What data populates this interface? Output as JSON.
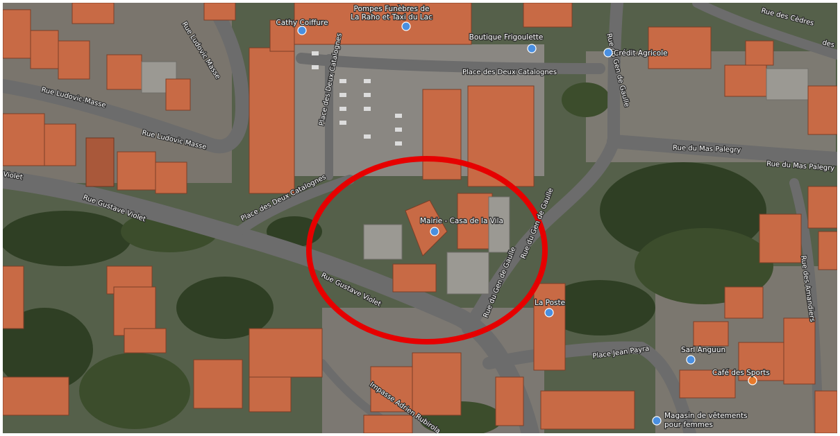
{
  "map": {
    "type": "satellite",
    "highlight_color": "#e60000",
    "poi_pin_color": "#4a8fe0",
    "cafe_pin_color": "#e87a2a"
  },
  "streets": [
    {
      "name": "Rue Ludovic Masse",
      "label": "Rue Ludovic Masse"
    },
    {
      "name": "Rue Ludovic-Masse",
      "label": "Rue Ludovic-Masse"
    },
    {
      "name": "Rue Ludovic Masse (lower)",
      "label": "Rue Ludovic Masse"
    },
    {
      "name": "Violet",
      "label": "Violet"
    },
    {
      "name": "Rue Gustave Violet west",
      "label": "Rue Gustave Violet"
    },
    {
      "name": "Rue Gustave Violet center",
      "label": "Rue Gustave Violet"
    },
    {
      "name": "Place des Deux Catalognes north",
      "label": "Place des Deux Catalognes"
    },
    {
      "name": "Place des Deux Catalognes vertical",
      "label": "Place des Deux Catalognes"
    },
    {
      "name": "Place des Deux Catalognes diagonal",
      "label": "Place des Deux Catalognes"
    },
    {
      "name": "Rue du Gen de Gaulle north",
      "label": "Rue du Gen de Gaulle"
    },
    {
      "name": "Rue du Gen de Gaulle middle",
      "label": "Rue du Gen de Gaulle"
    },
    {
      "name": "Rue du Gen de Gaulle south",
      "label": "Rue du Gen de Gaulle"
    },
    {
      "name": "Rue du Mas Palegry west",
      "label": "Rue du Mas Palegry"
    },
    {
      "name": "Rue du Mas Palegry east",
      "label": "Rue du Mas Palegry"
    },
    {
      "name": "Rue des Cèdres",
      "label": "Rue des Cèdres"
    },
    {
      "name": "Rue des Cèdres end",
      "label": "des"
    },
    {
      "name": "Rue des Amandiers",
      "label": "Rue des Amandiers"
    },
    {
      "name": "Place Jean Payra",
      "label": "Place Jean Payra"
    },
    {
      "name": "Impasse Adrien Rubirola",
      "label": "Impasse Adrien Rubirola"
    }
  ],
  "places": [
    {
      "name": "Pompes Funèbres",
      "lines": [
        "Pompes Funèbres de",
        "La Raho et Taxi du Lac"
      ]
    },
    {
      "name": "Cathy Coiffure",
      "lines": [
        "Cathy Coiffure"
      ]
    },
    {
      "name": "Boutique Frigoulette",
      "lines": [
        "Boutique Frigoulette"
      ]
    },
    {
      "name": "Crédit Agricole",
      "lines": [
        "Crédit Agricole"
      ]
    },
    {
      "name": "Mairie",
      "lines": [
        "Mairie - Casa de la Vila"
      ]
    },
    {
      "name": "La Poste",
      "lines": [
        "La Poste"
      ]
    },
    {
      "name": "Sarl Anguun",
      "lines": [
        "Sarl Anguun"
      ]
    },
    {
      "name": "Café des Sports",
      "lines": [
        "Café des Sports"
      ]
    },
    {
      "name": "Magasin de vêtements",
      "lines": [
        "Magasin de vêtements",
        "pour femmes"
      ]
    }
  ]
}
